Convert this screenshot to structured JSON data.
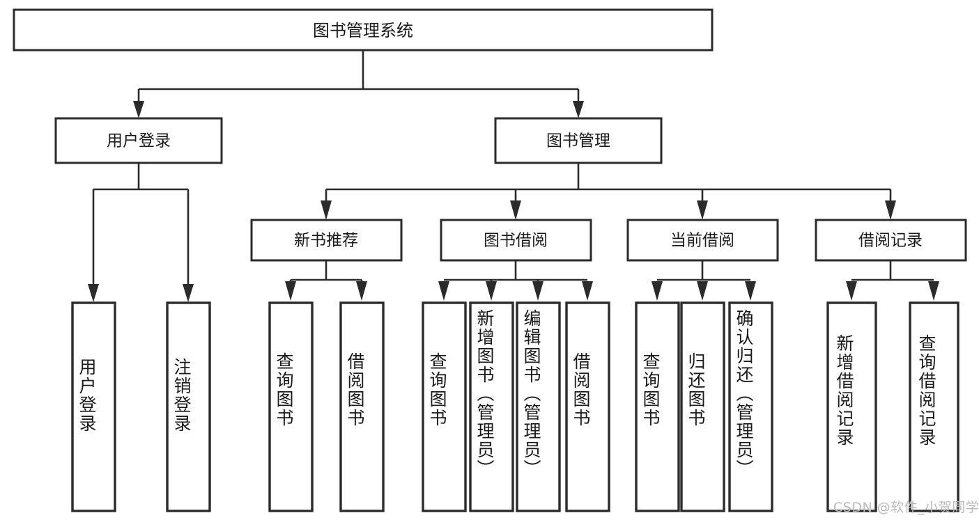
{
  "diagram": {
    "type": "tree",
    "title": "图书管理系统",
    "orientation": "top-down",
    "colors": {
      "box_stroke": "#2b2b2b",
      "box_fill": "#ffffff",
      "connector": "#2b2b2b",
      "text": "#1a1a1a",
      "background": "#ffffff",
      "watermark": "#b9b9b9"
    },
    "root": {
      "label": "图书管理系统"
    },
    "level2": [
      {
        "label": "用户登录"
      },
      {
        "label": "图书管理"
      }
    ],
    "level3": [
      {
        "label": "新书推荐"
      },
      {
        "label": "图书借阅"
      },
      {
        "label": "当前借阅"
      },
      {
        "label": "借阅记录"
      }
    ],
    "leaves": {
      "user_login": [
        {
          "label": "用户登录"
        },
        {
          "label": "注销登录"
        }
      ],
      "new_book_recommend": [
        {
          "label": "查询图书"
        },
        {
          "label": "借阅图书"
        }
      ],
      "book_borrow": [
        {
          "label": "查询图书"
        },
        {
          "label": "新增图书（管理员）"
        },
        {
          "label": "编辑图书（管理员）"
        },
        {
          "label": "借阅图书"
        }
      ],
      "current_borrow": [
        {
          "label": "查询图书"
        },
        {
          "label": "归还图书"
        },
        {
          "label": "确认归还（管理员）"
        }
      ],
      "borrow_record": [
        {
          "label": "新增借阅记录"
        },
        {
          "label": "查询借阅记录"
        }
      ]
    }
  },
  "watermark": {
    "text": "CSDN @软件_小贺同学"
  }
}
